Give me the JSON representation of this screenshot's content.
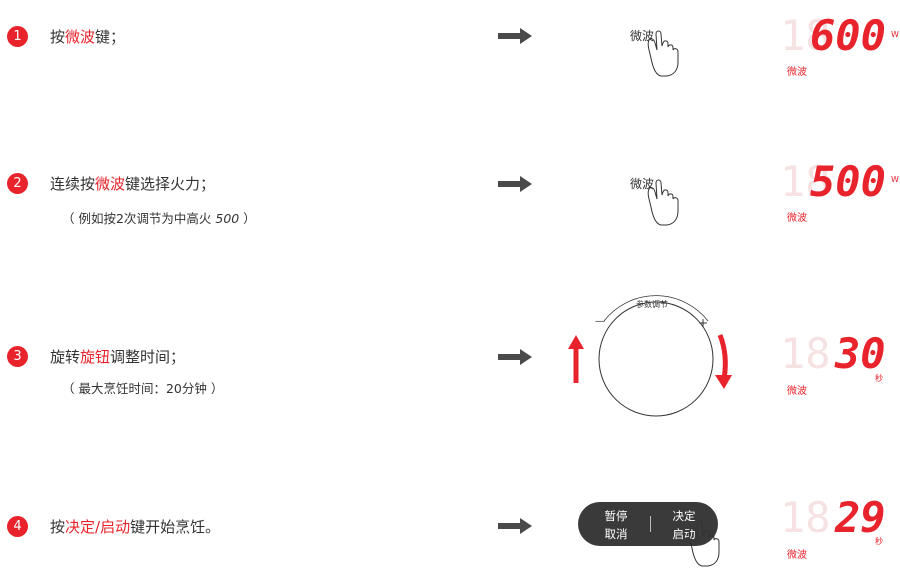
{
  "steps": [
    {
      "number": "1",
      "prefix": "按",
      "highlight": "微波",
      "suffix": "键；",
      "button_label": "微波",
      "display": "600",
      "mode": "微波",
      "unit": "W"
    },
    {
      "number": "2",
      "prefix": "连续按",
      "highlight": "微波",
      "suffix": "键选择火力；",
      "note": "（ 例如按2次调节为中高火 ",
      "note_code": "500",
      "note_end": " ）",
      "button_label": "微波",
      "display": "500",
      "mode": "微波",
      "unit": "W"
    },
    {
      "number": "3",
      "prefix": "旋转",
      "highlight": "旋钮",
      "suffix": "调整时间；",
      "note": "（ 最大烹饪时间：20分钟 ）",
      "knob_label": "参数调节",
      "knob_minus": "—",
      "knob_plus": "+",
      "display": "30",
      "mode": "微波",
      "unit": "秒"
    },
    {
      "number": "4",
      "prefix": "按",
      "highlight": "决定/启动",
      "suffix": "键开始烹饪。",
      "pause_top": "暂停",
      "pause_bottom": "取消",
      "start_top": "决定",
      "start_bottom": "启动",
      "display": "29",
      "mode": "微波",
      "unit": "秒"
    }
  ],
  "colors": {
    "accent": "#e8232b",
    "arrow": "#4a4a4a",
    "pill": "#3a3a3a",
    "ghost": "#f2dada"
  }
}
